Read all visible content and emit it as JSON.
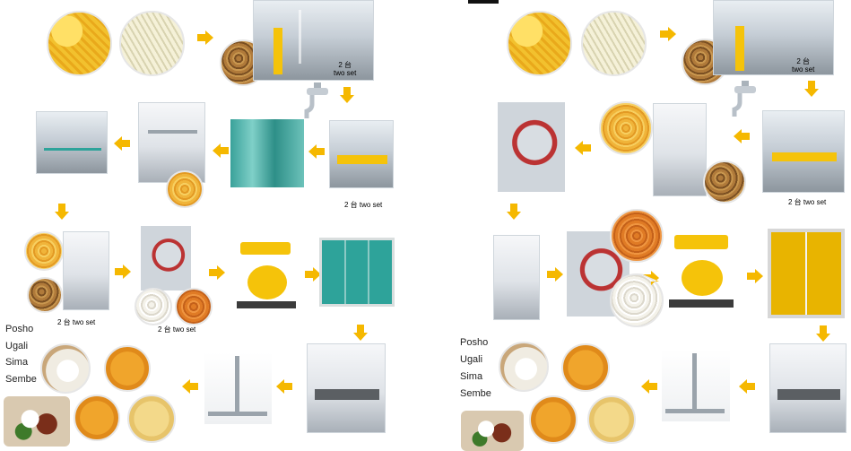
{
  "panels": [
    {
      "id": "left",
      "labels": {
        "two_set_top": "2 台\ntwo set",
        "two_set_cleaner": "2 台 two set",
        "two_set_degermer": "2 台 two set",
        "two_set_mill": "2 台 two set"
      },
      "foods": [
        "Posho",
        "Ugali",
        "Sima",
        "Sembe"
      ]
    },
    {
      "id": "right",
      "labels": {
        "two_set_top": "2 台\ntwo set",
        "two_set_cleaner": "2 台 two set"
      },
      "foods": [
        "Posho",
        "Ugali",
        "Sima",
        "Sembe"
      ]
    }
  ],
  "colors": {
    "arrow": "#f5b800",
    "machine_teal": "#2ea39a",
    "machine_yellow": "#f5c30a"
  },
  "icons": {
    "arrow": "arrow-icon",
    "water_tap": "water-tap-icon"
  }
}
